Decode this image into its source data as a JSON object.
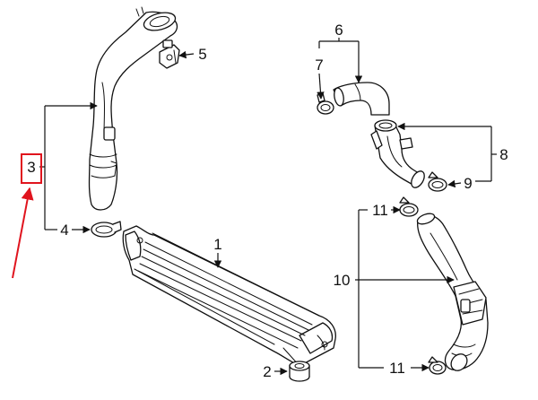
{
  "callouts": {
    "c1": "1",
    "c2": "2",
    "c3": "3",
    "c4": "4",
    "c5": "5",
    "c6": "6",
    "c7": "7",
    "c8": "8",
    "c9": "9",
    "c10": "10",
    "c11a": "11",
    "c11b": "11"
  },
  "colors": {
    "line": "#111111",
    "highlight": "#e0141e"
  },
  "highlighted_callout": "3"
}
